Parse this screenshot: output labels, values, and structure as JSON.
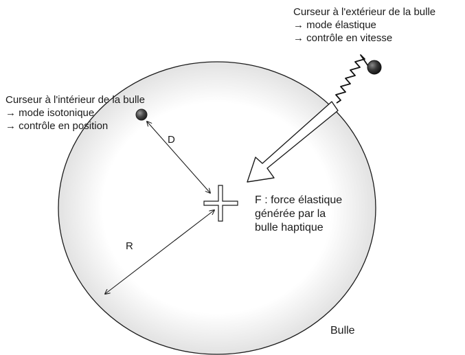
{
  "outside_label": {
    "title": "Curseur à l'extérieur de la bulle",
    "line1": "→ mode élastique",
    "line2": "→ contrôle en vitesse"
  },
  "inside_label": {
    "title": "Curseur à l'intérieur de la bulle",
    "line1": "→ mode isotonique",
    "line2": "→ contrôle en position"
  },
  "force_label": {
    "line1": "F : force élastique",
    "line2": "générée par la",
    "line3": "bulle haptique"
  },
  "distance_label": "D",
  "radius_label": "R",
  "bubble_label": "Bulle",
  "colors": {
    "ink": "#1a1a1a",
    "shade": "#d6d6d6",
    "cursor": "#3a3a3a"
  }
}
